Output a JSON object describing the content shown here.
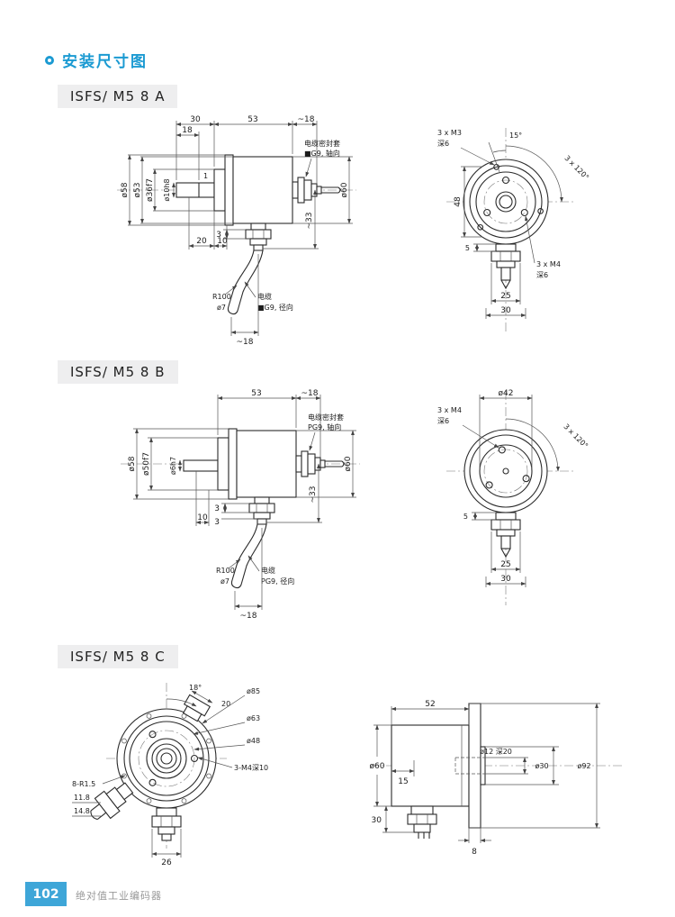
{
  "header": {
    "title": "安装尺寸图"
  },
  "footer": {
    "page_number": "102",
    "text": "绝对值工业编码器"
  },
  "a": {
    "label": "ISFS/ M5 8 A",
    "side": {
      "d30": "30",
      "d53": "53",
      "d18top": "~18",
      "d18": "18",
      "d1": "1",
      "shaft": "ø10h8",
      "dia58": "ø58",
      "dia53": "ø53",
      "dia36": "ø36f7",
      "seal1": "电缆密封套",
      "seal2": "■G9, 轴向",
      "dia60": "ø60",
      "d20": "20",
      "d10": "10",
      "d3": "3",
      "d33": "~33",
      "r100": "R100",
      "dia7": "ø7",
      "cab1": "电缆",
      "cab2": "■G9, 径向",
      "d18bot": "~18"
    },
    "front": {
      "m3": "3 x M3",
      "deep": "深6",
      "a15": "15°",
      "a120": "3 x 120°",
      "d48": "48",
      "d5": "5",
      "m4": "3 x M4",
      "deep2": "深6",
      "d25": "25",
      "d30": "30"
    }
  },
  "b": {
    "label": "ISFS/ M5 8 B",
    "side": {
      "d53": "53",
      "d18top": "~18",
      "shaft": "ø6h7",
      "dia58": "ø58",
      "dia50": "ø50f7",
      "seal1": "电缆密封套",
      "seal2": "PG9, 轴向",
      "dia60": "ø60",
      "d10": "10",
      "d3a": "3",
      "d3b": "3",
      "d33": "~33",
      "r100": "R100",
      "dia7": "ø7",
      "cab1": "电缆",
      "cab2": "PG9, 径向",
      "d18bot": "~18"
    },
    "front": {
      "d42": "ø42",
      "m4": "3 x M4",
      "deep": "深6",
      "a120": "3 x 120°",
      "d5": "5",
      "d25": "25",
      "d30": "30"
    }
  },
  "c": {
    "label": "ISFS/ M5 8 C",
    "front": {
      "a18": "18°",
      "d20": "20",
      "d85": "ø85",
      "d63": "ø63",
      "d48": "ø48",
      "m4": "3-M4深10",
      "r15": "8-R1.5",
      "d118": "11.8",
      "d148": "14.8",
      "d26": "26"
    },
    "side": {
      "d52": "52",
      "d60": "ø60",
      "d15": "15",
      "d12": "ø12 深20",
      "d30p": "ø30",
      "d92": "ø92",
      "d30": "30",
      "d8": "8"
    }
  }
}
